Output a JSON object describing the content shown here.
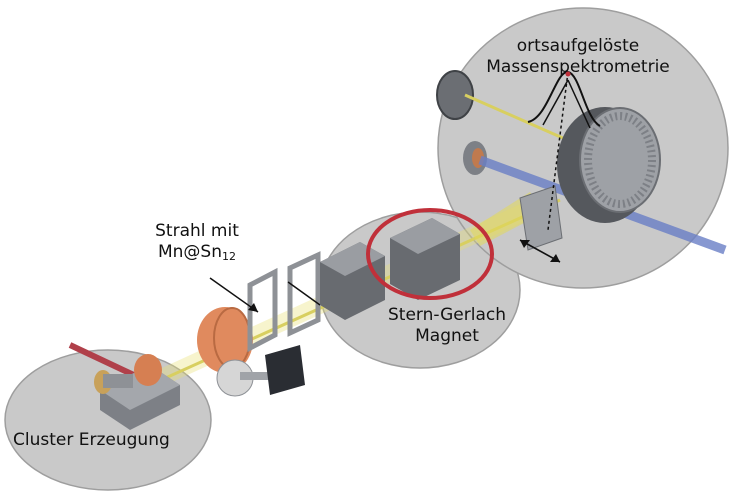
{
  "labels": {
    "cluster": "Cluster Erzeugung",
    "beam_line1": "Strahl mit",
    "beam_line2_main": "Mn@Sn",
    "beam_line2_sub": "12",
    "magnet_line1": "Stern-Gerlach",
    "magnet_line2": "Magnet",
    "spectro_line1": "ortsaufgelöste",
    "spectro_line2": "Massenspektrometrie"
  },
  "colors": {
    "bubble": "#c9c9c9",
    "bubble_stroke": "#9a9a9a",
    "beam": "#e8e070",
    "laser": "#b0404a",
    "copper": "#e08a5e",
    "steel": "#8e9196",
    "dark_steel": "#55585d",
    "highlight_ring": "#c0303a",
    "blue_beam": "#6a7fc6",
    "panel": "#2a2d33"
  }
}
